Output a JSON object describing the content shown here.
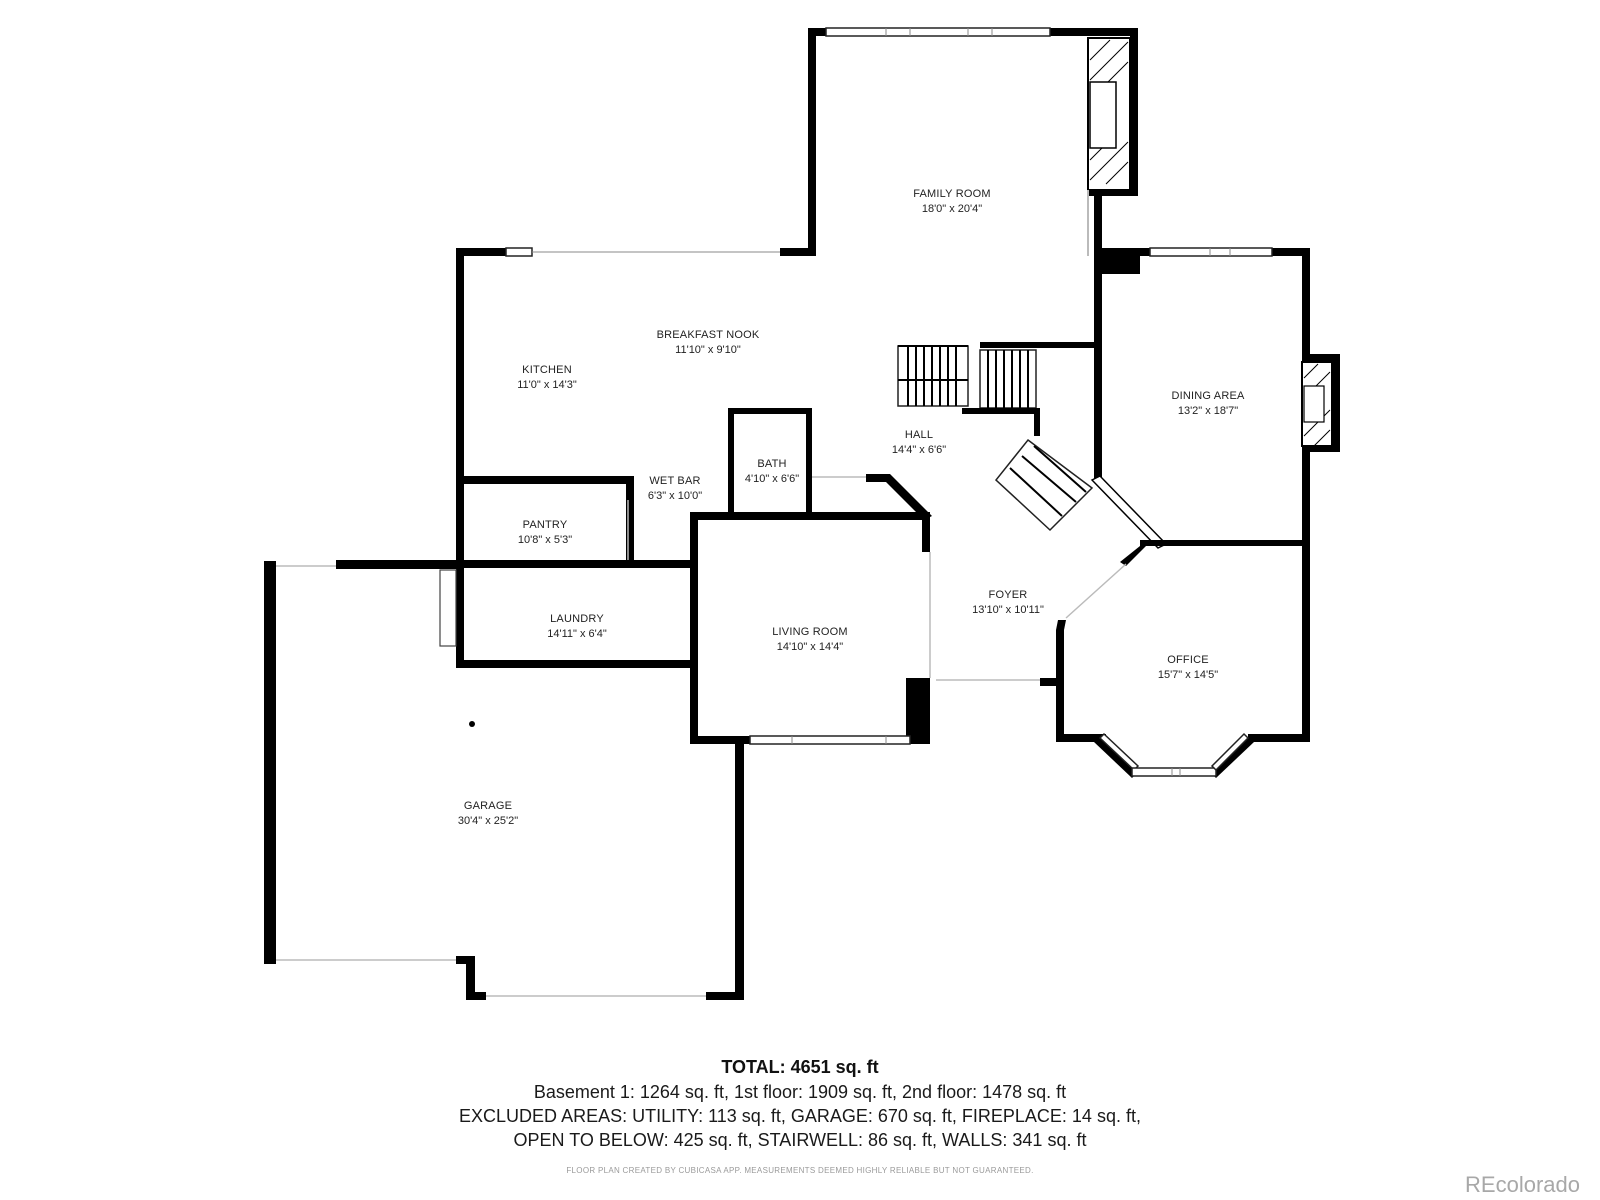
{
  "rooms": [
    {
      "name": "FAMILY ROOM",
      "dims": "18'0\" x 20'4\""
    },
    {
      "name": "BREAKFAST NOOK",
      "dims": "11'10\" x 9'10\""
    },
    {
      "name": "KITCHEN",
      "dims": "11'0\" x 14'3\""
    },
    {
      "name": "DINING AREA",
      "dims": "13'2\" x 18'7\""
    },
    {
      "name": "HALL",
      "dims": "14'4\" x 6'6\""
    },
    {
      "name": "BATH",
      "dims": "4'10\" x 6'6\""
    },
    {
      "name": "WET BAR",
      "dims": "6'3\" x 10'0\""
    },
    {
      "name": "PANTRY",
      "dims": "10'8\" x 5'3\""
    },
    {
      "name": "LAUNDRY",
      "dims": "14'11\" x 6'4\""
    },
    {
      "name": "LIVING ROOM",
      "dims": "14'10\" x 14'4\""
    },
    {
      "name": "FOYER",
      "dims": "13'10\" x 10'11\""
    },
    {
      "name": "OFFICE",
      "dims": "15'7\" x 14'5\""
    },
    {
      "name": "GARAGE",
      "dims": "30'4\" x 25'2\""
    }
  ],
  "summary": {
    "total": "TOTAL: 4651 sq. ft",
    "line1": "Basement 1: 1264 sq. ft, 1st floor: 1909 sq. ft, 2nd floor: 1478 sq. ft",
    "line2": "EXCLUDED AREAS: UTILITY: 113 sq. ft, GARAGE: 670 sq. ft, FIREPLACE: 14 sq. ft,",
    "line3": "OPEN TO BELOW: 425 sq. ft, STAIRWELL: 86 sq. ft, WALLS: 341 sq. ft"
  },
  "disclaimer": "FLOOR PLAN CREATED BY CUBICASA APP. MEASUREMENTS DEEMED HIGHLY RELIABLE BUT NOT GUARANTEED.",
  "brand": "REcolorado"
}
